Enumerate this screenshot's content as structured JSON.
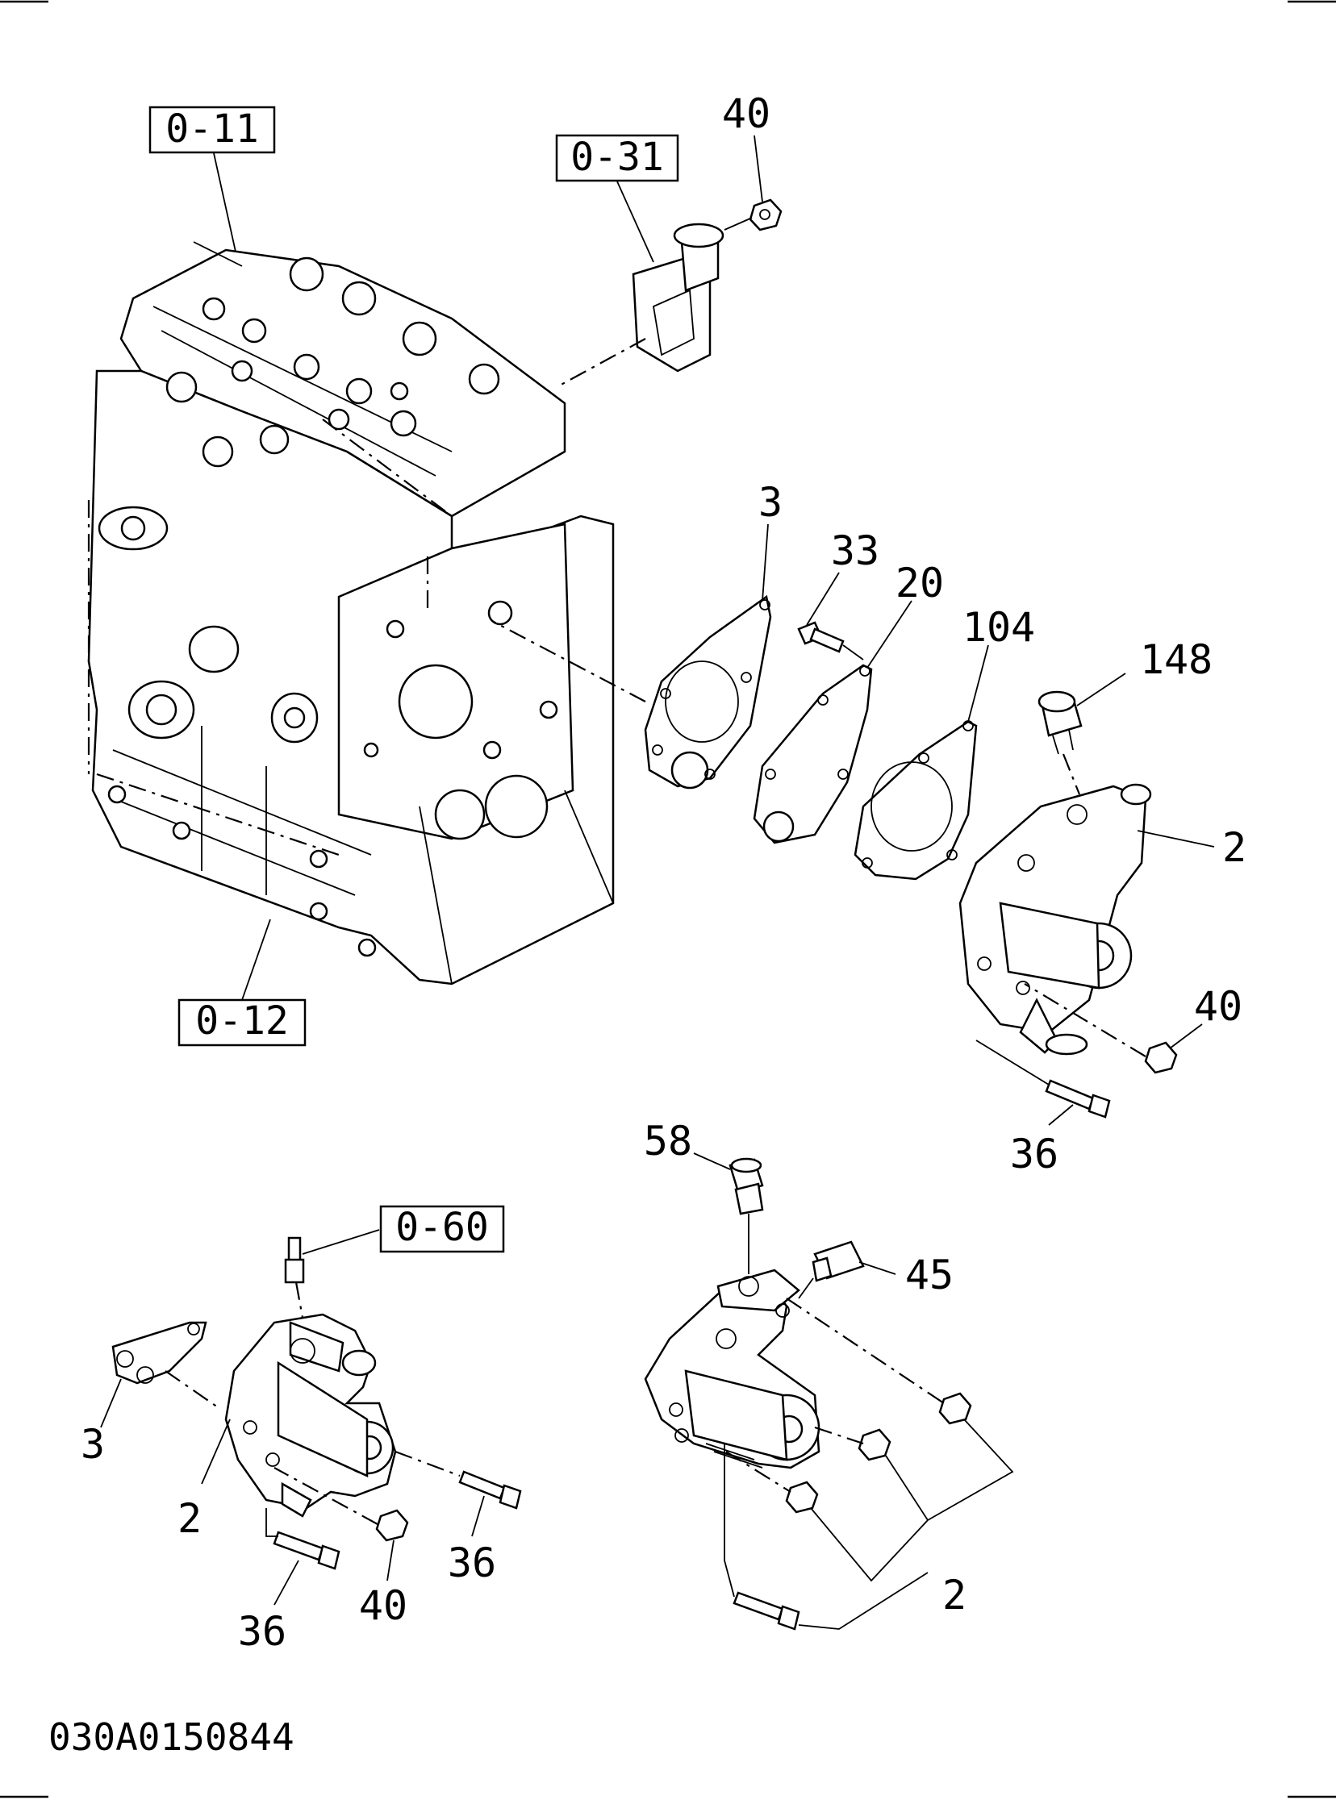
{
  "drawing_id": "030A0150844",
  "reference_boxes": [
    "0-11",
    "0-31",
    "0-12",
    "0-60"
  ],
  "callouts": {
    "c40_top": "40",
    "c3_top": "3",
    "c33": "33",
    "c20": "20",
    "c104": "104",
    "c148": "148",
    "c2_right": "2",
    "c40_right": "40",
    "c36_right": "36",
    "c58": "58",
    "c45": "45",
    "c3_left": "3",
    "c2_left": "2",
    "c36_left_a": "36",
    "c40_left": "40",
    "c36_left_b": "36",
    "c2_bottom": "2"
  }
}
